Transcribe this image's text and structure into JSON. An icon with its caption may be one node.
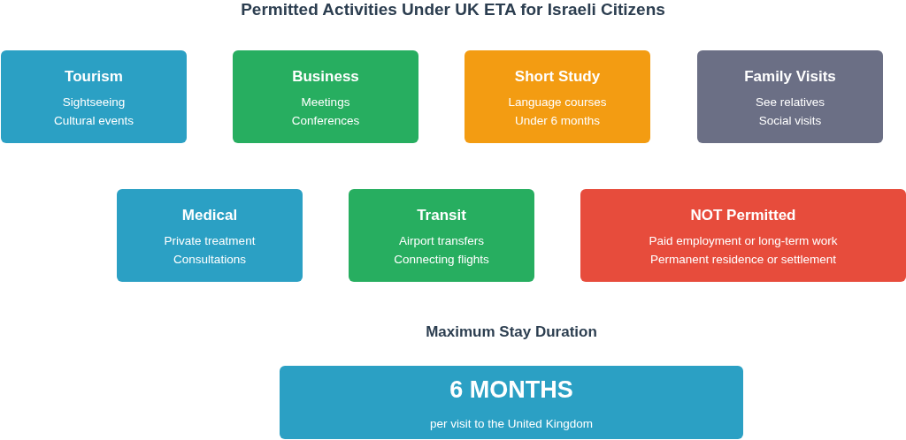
{
  "diagram": {
    "title": "Permitted Activities Under UK ETA for Israeli Citizens",
    "nodes": [
      {
        "text": [
          "Tourism",
          "Sightseeing",
          "Cultural events"
        ]
      },
      {
        "text": [
          "Business",
          "Meetings",
          "Conferences"
        ]
      },
      {
        "text": [
          "Short Study",
          "Language courses",
          "Under 6 months"
        ]
      },
      {
        "text": [
          "Family Visits",
          "See relatives",
          "Social visits"
        ]
      },
      {
        "text": [
          "Medical",
          "Private treatment",
          "Consultations"
        ]
      },
      {
        "text": [
          "Transit",
          "Airport transfers",
          "Connecting flights"
        ]
      },
      {
        "text": [
          "NOT Permitted",
          "Paid employment or long-term work",
          "Permanent residence or settlement"
        ]
      },
      {
        "text": [
          "6 MONTHS",
          "per visit to the United Kingdom"
        ]
      }
    ],
    "labels": [
      "Maximum Stay Duration"
    ]
  }
}
